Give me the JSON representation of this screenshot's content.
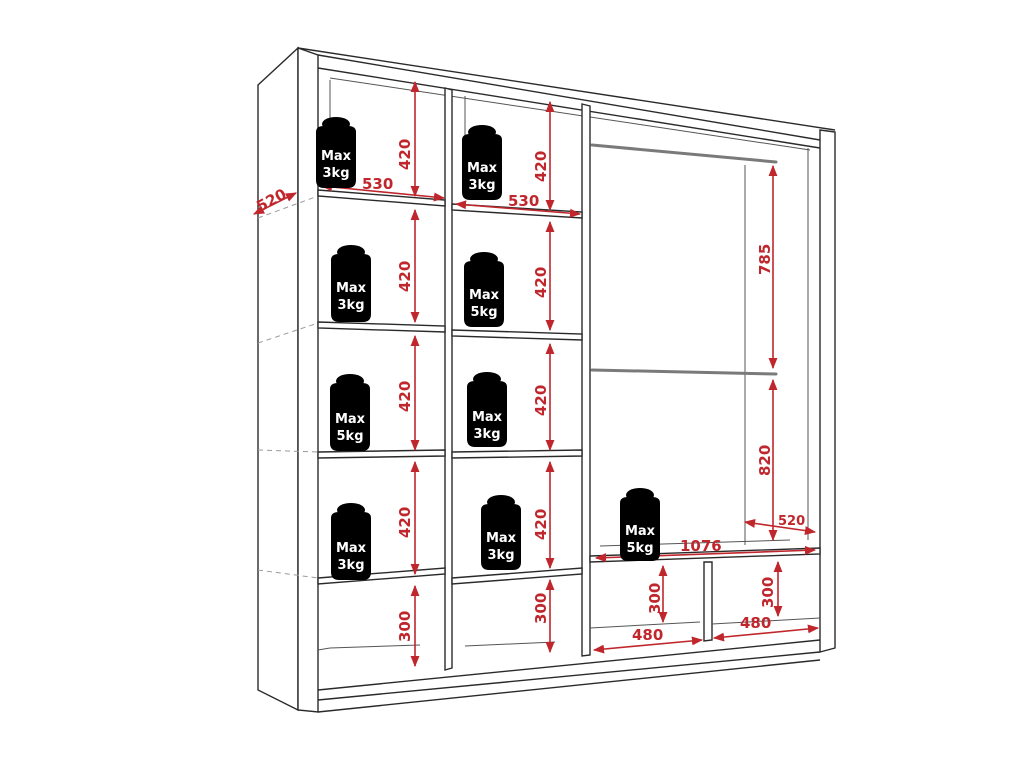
{
  "colors": {
    "dimension": "#c0272d",
    "outline": "#2a2a2a",
    "weight_icon": "#000000"
  },
  "dimensions": {
    "depth": "520",
    "shelf_width_left": "530",
    "shelf_width_mid": "530",
    "shelf_height": "420",
    "bottom_height": "300",
    "upper_hang": "785",
    "lower_hang": "820",
    "right_depth": "520",
    "wide_shelf": "1076",
    "drawer_width": "480"
  },
  "weights": {
    "left": [
      {
        "line1": "Max",
        "line2": "3kg"
      },
      {
        "line1": "Max",
        "line2": "3kg"
      },
      {
        "line1": "Max",
        "line2": "5kg"
      },
      {
        "line1": "Max",
        "line2": "3kg"
      }
    ],
    "middle": [
      {
        "line1": "Max",
        "line2": "3kg"
      },
      {
        "line1": "Max",
        "line2": "5kg"
      },
      {
        "line1": "Max",
        "line2": "3kg"
      },
      {
        "line1": "Max",
        "line2": "3kg"
      }
    ],
    "right_shelf": {
      "line1": "Max",
      "line2": "5kg"
    }
  }
}
